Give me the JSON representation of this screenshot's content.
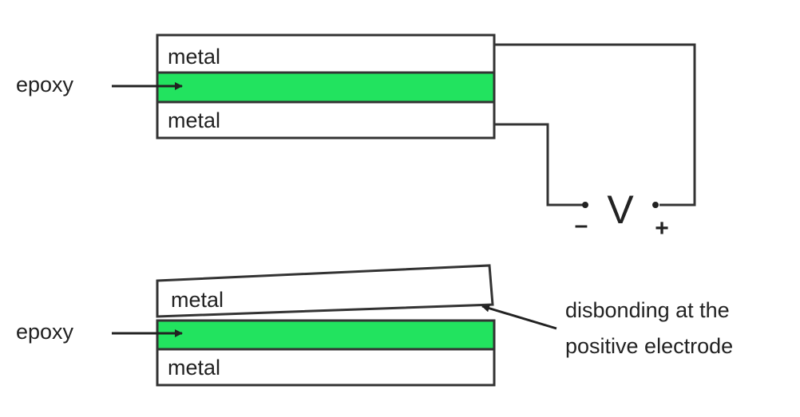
{
  "top_assembly": {
    "upper_layer_label": "metal",
    "lower_layer_label": "metal",
    "adhesive_label": "epoxy"
  },
  "circuit": {
    "voltage_symbol": "V",
    "negative_sign": "–",
    "positive_sign": "+"
  },
  "bottom_assembly": {
    "upper_layer_label": "metal",
    "lower_layer_label": "metal",
    "adhesive_label": "epoxy",
    "annotation_line1": "disbonding at the",
    "annotation_line2": "positive electrode"
  },
  "colors": {
    "epoxy": "#22e35f",
    "metal_fill": "#ffffff",
    "outline": "#333333"
  }
}
